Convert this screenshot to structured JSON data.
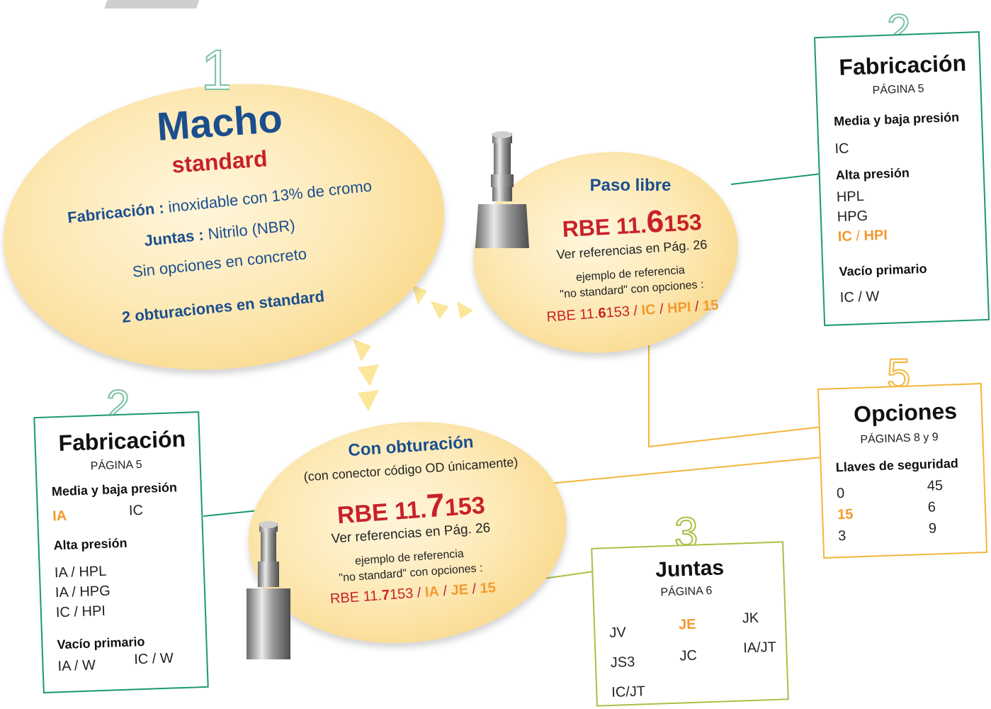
{
  "colors": {
    "blue": "#1b4e8d",
    "red": "#c8212a",
    "orange": "#f29a2e",
    "green": "#1a9a6a",
    "yellow": "#f3b63a",
    "lime": "#a8c043"
  },
  "main": {
    "number": "1",
    "title": "Macho",
    "subtitle": "standard",
    "fabricacion_label": "Fabricación :",
    "fabricacion_value": "inoxidable con 13% de cromo",
    "juntas_label": "Juntas :",
    "juntas_value": "Nitrilo (NBR)",
    "sin_opciones": "Sin opciones en concreto",
    "obturaciones": "2 obturaciones en standard"
  },
  "paso": {
    "title": "Paso libre",
    "ref_prefix": "RBE 11.",
    "ref_digit": "6",
    "ref_suffix": "153",
    "ver": "Ver referencias en Pág. 26",
    "ejemplo1": "ejemplo de referencia",
    "ejemplo2": "\"no standard\" con opciones :",
    "ex_prefix": "RBE 11.",
    "ex_digit": "6",
    "ex_suffix": "153",
    "ex_sep1": "/",
    "ex_opt1": "IC",
    "ex_sep2": "/",
    "ex_opt2": "HPI",
    "ex_sep3": "/",
    "ex_opt3": "15"
  },
  "con": {
    "title": "Con obturación",
    "sub": "(con conector código OD únicamente)",
    "ref_prefix": "RBE 11.",
    "ref_digit": "7",
    "ref_suffix": "153",
    "ver": "Ver referencias en Pág. 26",
    "ejemplo1": "ejemplo de referencia",
    "ejemplo2": "\"no standard\" con opciones :",
    "ex_prefix": "RBE 11.",
    "ex_digit": "7",
    "ex_suffix": "153",
    "ex_sep1": "/",
    "ex_opt1": "IA",
    "ex_sep2": "/",
    "ex_opt2": "JE",
    "ex_sep3": "/",
    "ex_opt3": "15"
  },
  "fab_right": {
    "number": "2",
    "title": "Fabricación",
    "page": "PÁGINA 5",
    "media_label": "Media y baja presión",
    "media_ic": "IC",
    "alta_label": "Alta presión",
    "hpl": "HPL",
    "hpg": "HPG",
    "ic_hpi_a": "IC",
    "ic_hpi_sep": "/",
    "ic_hpi_b": "HPI",
    "vacio_label": "Vacío primario",
    "ic_w": "IC / W"
  },
  "fab_left": {
    "number": "2",
    "title": "Fabricación",
    "page": "PÁGINA 5",
    "media_label": "Media y baja presión",
    "ia": "IA",
    "ic": "IC",
    "alta_label": "Alta presión",
    "ia_hpl": "IA / HPL",
    "ia_hpg": "IA / HPG",
    "ic_hpi": "IC / HPI",
    "vacio_label": "Vacío primario",
    "ia_w": "IA / W",
    "ic_w": "IC / W"
  },
  "opciones": {
    "number": "5",
    "title": "Opciones",
    "page": "PÁGINAS 8 y 9",
    "llaves_label": "Llaves de seguridad",
    "col1": [
      "0",
      "15",
      "3"
    ],
    "col2": [
      "45",
      "6",
      "9"
    ]
  },
  "juntas": {
    "number": "3",
    "title": "Juntas",
    "page": "PÁGINA 6",
    "jv": "JV",
    "je": "JE",
    "jk": "JK",
    "js3": "JS3",
    "jc": "JC",
    "iajt": "IA/JT",
    "icjt": "IC/JT"
  }
}
